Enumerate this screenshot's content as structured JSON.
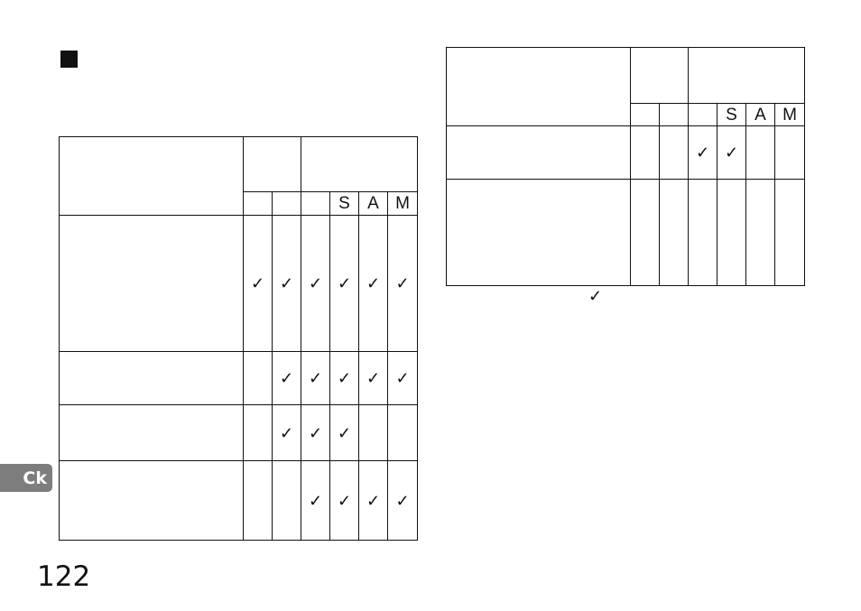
{
  "page": {
    "number": "122",
    "language_tab": "Ck",
    "section_marker": "square-bullet-icon"
  },
  "mode_labels": [
    "S",
    "A",
    "M"
  ],
  "check_symbol": "✓",
  "left_table": {
    "rows": [
      {
        "checks": [
          "✓",
          "✓",
          "✓",
          "✓",
          "✓",
          "✓"
        ]
      },
      {
        "checks": [
          "",
          "✓",
          "✓",
          "✓",
          "✓",
          "✓"
        ]
      },
      {
        "checks": [
          "",
          "✓",
          "✓",
          "✓",
          "",
          ""
        ]
      },
      {
        "checks": [
          "",
          "",
          "✓",
          "✓",
          "✓",
          "✓"
        ]
      }
    ]
  },
  "right_table": {
    "rows": [
      {
        "checks": [
          "",
          "",
          "✓",
          "✓",
          "",
          ""
        ]
      },
      {
        "checks": [
          "",
          "",
          "",
          "",
          "",
          ""
        ]
      }
    ]
  },
  "footnote": {
    "symbol": "✓"
  },
  "colors": {
    "text": "#111111",
    "tab_background": "#7d7d7d",
    "tab_text": "#ffffff"
  }
}
